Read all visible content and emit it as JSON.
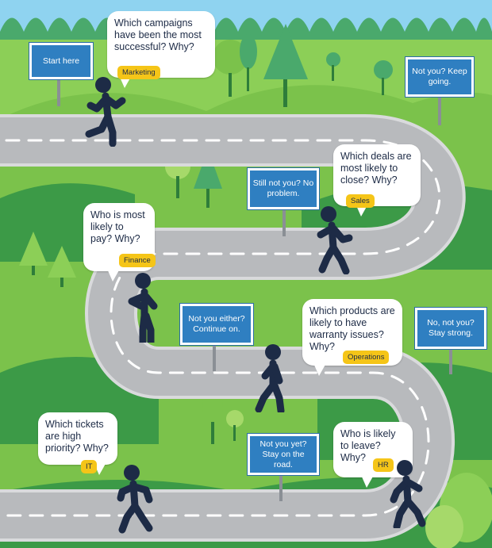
{
  "colors": {
    "sky": "#8fd3f0",
    "grass_light": "#8ccf57",
    "grass_dark": "#3c9a47",
    "road": "#b8babd",
    "road_edge": "#d9dadc",
    "sign_blue": "#2f7fc1",
    "tag_yellow": "#f5c518",
    "runner": "#1d2b46"
  },
  "signs": [
    {
      "id": "start",
      "text": "Start here"
    },
    {
      "id": "not-you",
      "text": "Not you? Keep going."
    },
    {
      "id": "still-not-you",
      "text": "Still not you? No problem."
    },
    {
      "id": "not-you-either",
      "text": "Not you either? Continue on."
    },
    {
      "id": "no-not-you",
      "text": "No, not you? Stay strong."
    },
    {
      "id": "not-you-yet",
      "text": "Not you yet? Stay on the road."
    }
  ],
  "bubbles": [
    {
      "id": "marketing",
      "question": "Which campaigns have been the most successful? Why?",
      "department": "Marketing"
    },
    {
      "id": "sales",
      "question": "Which deals are most likely to close? Why?",
      "department": "Sales"
    },
    {
      "id": "finance",
      "question": "Who is most likely to pay? Why?",
      "department": "Finance"
    },
    {
      "id": "operations",
      "question": "Which products are likely to have warranty issues? Why?",
      "department": "Operations"
    },
    {
      "id": "it",
      "question": "Which tickets are high priority? Why?",
      "department": "IT"
    },
    {
      "id": "hr",
      "question": "Who is likely to leave? Why?",
      "department": "HR"
    }
  ]
}
